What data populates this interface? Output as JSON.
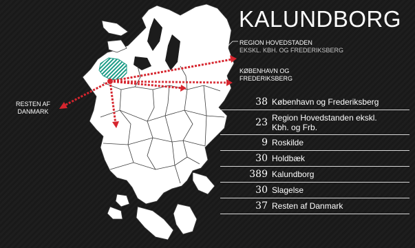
{
  "title": "KALUNDBORG",
  "legend": {
    "region_line1": "REGION HOVEDSTADEN",
    "region_line2": "EKSKL. KBH. OG FREDERIKSBERG",
    "kbh_line1": "KØBENHAVN OG",
    "kbh_line2": "FREDERIKSBERG"
  },
  "map_labels": {
    "resten_line1": "RESTEN AF",
    "resten_line2": "DANMARK"
  },
  "rows": [
    {
      "value": "38",
      "label": "København og Frederiksberg"
    },
    {
      "value": "23",
      "label_line1": "Region Hovedstanden ekskl.",
      "label_line2": "Kbh. og Frb."
    },
    {
      "value": "9",
      "label": "Roskilde"
    },
    {
      "value": "30",
      "label": "Holdbæk"
    },
    {
      "value": "389",
      "label": "Kalundborg"
    },
    {
      "value": "30",
      "label": "Slagelse"
    },
    {
      "value": "37",
      "label": "Resten af Danmark"
    }
  ],
  "colors": {
    "background": "#1c1c1c",
    "land": "#ffffff",
    "arrow": "#d6252e",
    "highlight": "#1a9b86",
    "border": "#3a3a3a"
  }
}
